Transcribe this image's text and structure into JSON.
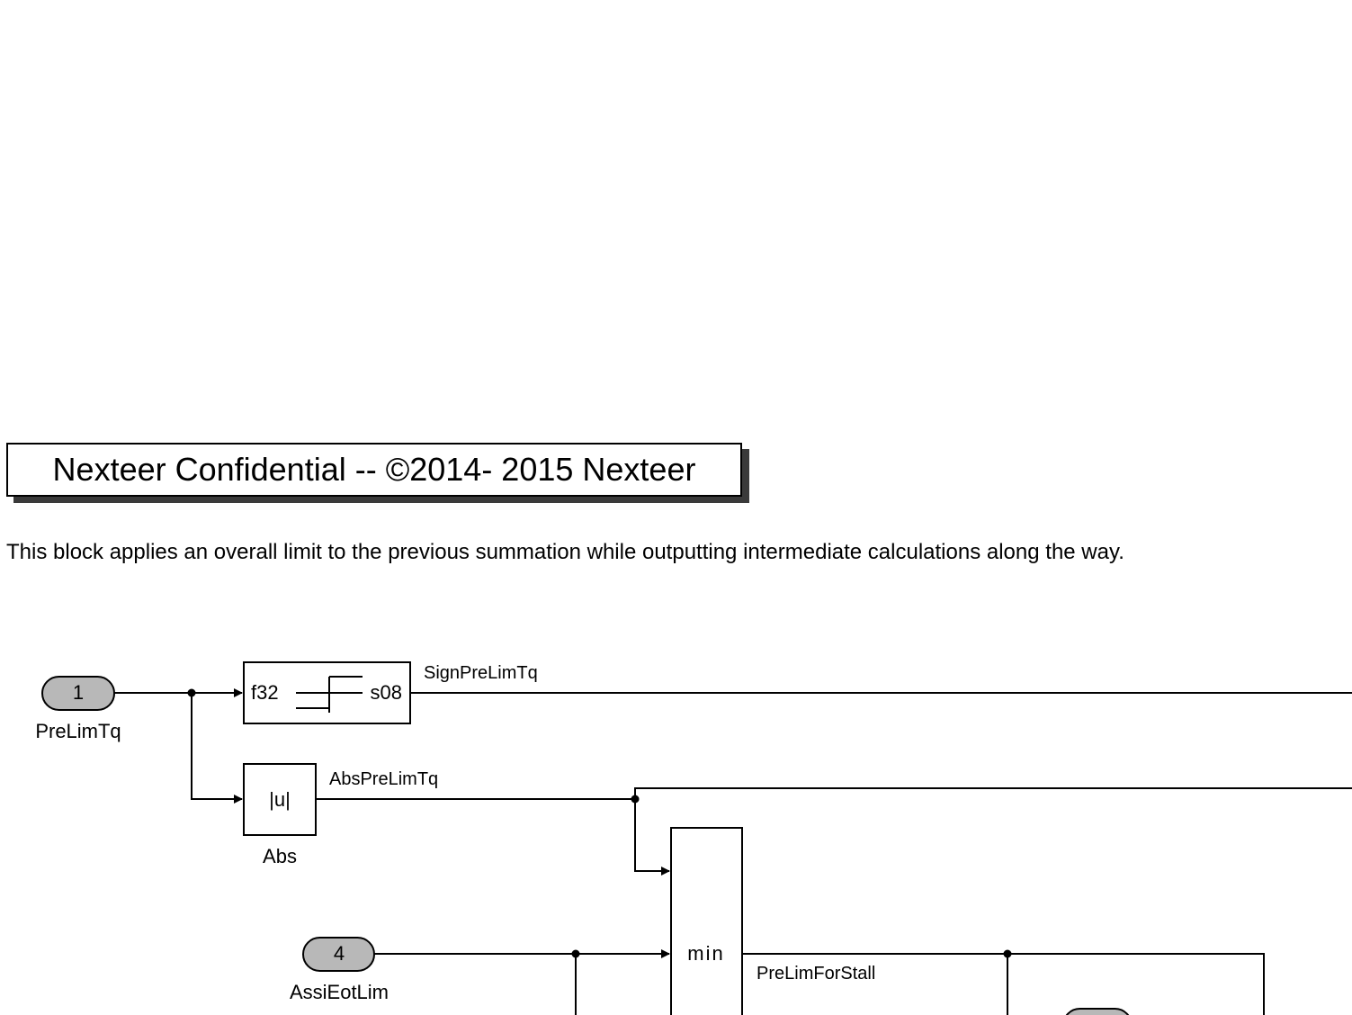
{
  "banner": {
    "text": "Nexteer Confidential -- ©2014- 2015 Nexteer"
  },
  "description": "This block applies an overall limit to the previous summation while outputting intermediate calculations along the way.",
  "inports": [
    {
      "number": "1",
      "name": "PreLimTq"
    },
    {
      "number": "4",
      "name": "AssiEotLim"
    }
  ],
  "blocks": {
    "sign": {
      "input_type": "f32",
      "output_type": "s08"
    },
    "abs": {
      "symbol": "|u|",
      "name": "Abs"
    },
    "min": {
      "symbol": "min"
    }
  },
  "signals": {
    "sign_pre_lim_tq": "SignPreLimTq",
    "abs_pre_lim_tq": "AbsPreLimTq",
    "pre_lim_for_stall": "PreLimForStall"
  },
  "colors": {
    "inport_fill": "#b8b8b8",
    "shadow": "#3a3a3a"
  }
}
